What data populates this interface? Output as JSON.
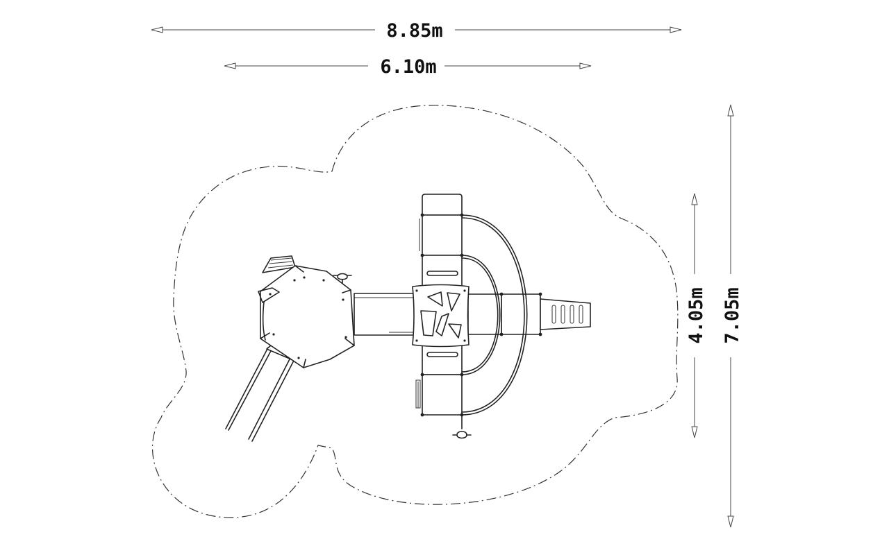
{
  "dimensions": {
    "overall_width": "8.85m",
    "structure_width": "6.10m",
    "structure_depth": "4.05m",
    "overall_depth": "7.05m"
  }
}
